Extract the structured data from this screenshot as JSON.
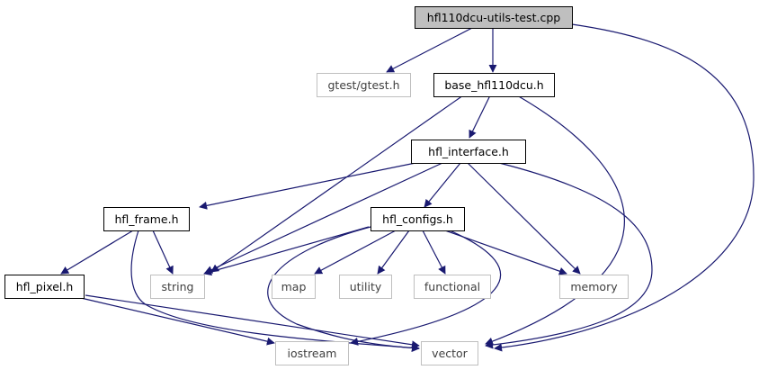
{
  "colors": {
    "edge": "#191970",
    "root_fill": "#bfbfbf",
    "internal_border": "#000000",
    "external_border": "#bfbfbf",
    "external_text": "#3f3f3f",
    "internal_text": "#000000"
  },
  "nodes": {
    "root": "hfl110dcu-utils-test.cpp",
    "gtest": "gtest/gtest.h",
    "base": "base_hfl110dcu.h",
    "iface": "hfl_interface.h",
    "frame": "hfl_frame.h",
    "configs": "hfl_configs.h",
    "pixel": "hfl_pixel.h",
    "string": "string",
    "map": "map",
    "utility": "utility",
    "functional": "functional",
    "memory": "memory",
    "iostream": "iostream",
    "vector": "vector"
  }
}
